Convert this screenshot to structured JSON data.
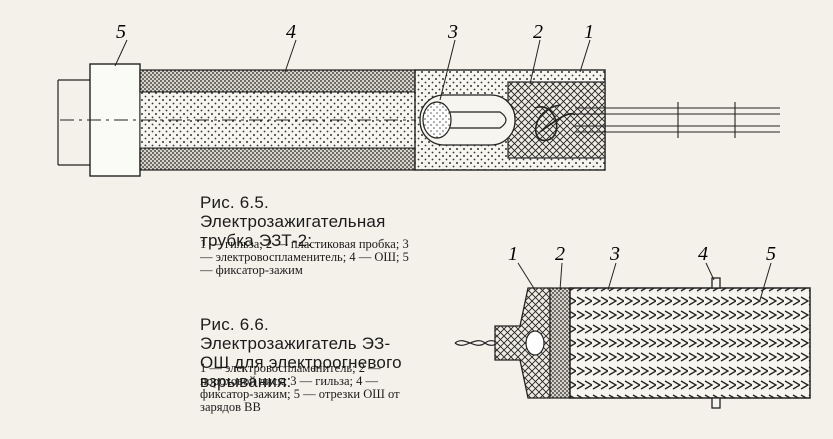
{
  "figure1": {
    "callouts": [
      "5",
      "4",
      "3",
      "2",
      "1"
    ],
    "caption_title": "Рис. 6.5. Электрозажигательная трубка ЭЗТ-2:",
    "legend": "1 — гильза; 2 — пластиковая пробка; 3 — электровоспламенитель; 4 — ОШ; 5 — фиксатор-зажим"
  },
  "figure2": {
    "callouts": [
      "1",
      "2",
      "3",
      "4",
      "5"
    ],
    "caption_title": "Рис. 6.6. Электрозажигатель ЭЗ-ОШ для электроогневого взрывания:",
    "legend": "1 — электровоспламенитель; 2 — пороховой диск; 3 — гильза; 4 — фиксатор-зажим; 5 — отрезки ОШ от зарядов ВВ"
  }
}
